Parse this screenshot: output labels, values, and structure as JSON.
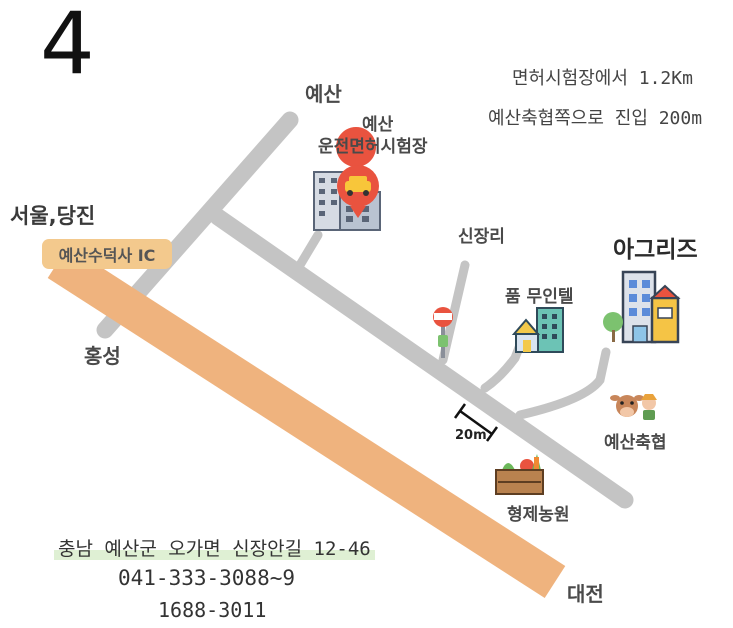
{
  "header": {
    "number": "4"
  },
  "notes": {
    "line1": "면허시험장에서 1.2Km",
    "line2": "예산축협쪽으로 진입 200m"
  },
  "places": {
    "yesan": "예산",
    "test_center_line1": "예산",
    "test_center_line2": "운전면허시험장",
    "seoul_dangjin": "서울,당진",
    "ic": "예산수덕사 IC",
    "hongseong": "홍성",
    "sinjangri": "신장리",
    "pum_motel": "품 무인텔",
    "agreez": "아그리즈",
    "yesan_coop": "예산축협",
    "hyeongje_farm": "형제농원",
    "daejeon": "대전"
  },
  "scale": {
    "label": "20m"
  },
  "contact": {
    "address": "충남 예산군 오가면 신장안길 12-46",
    "phone1": "041-333-3088~9",
    "phone2": "1688-3011"
  },
  "colors": {
    "road": "#c4c4c4",
    "highway": "#efb37e",
    "ic_box": "#f3c98d",
    "text": "#4a4a4a"
  }
}
